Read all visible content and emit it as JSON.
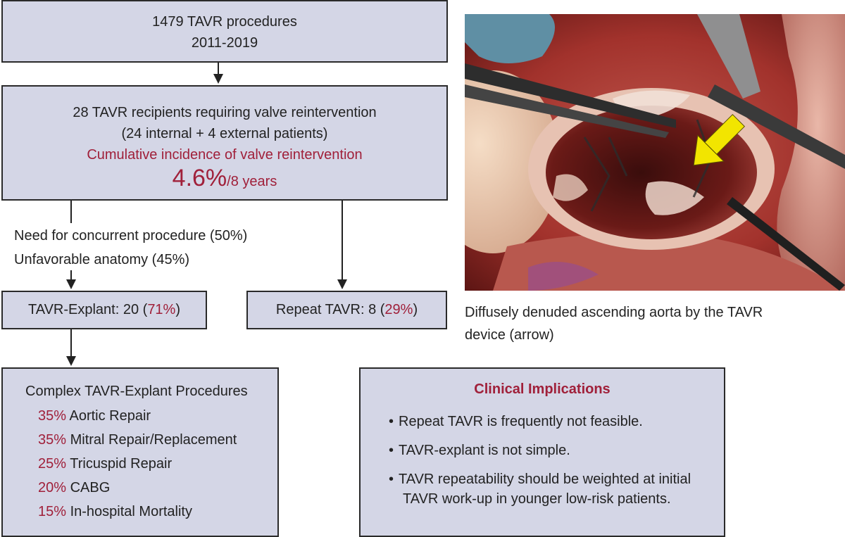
{
  "flow": {
    "top": {
      "line1": "1479 TAVR procedures",
      "line2": "2011-2019"
    },
    "middle": {
      "line1": "28 TAVR recipients requiring valve reintervention",
      "line2": "(24 internal + 4 external patients)",
      "line3": "Cumulative incidence of valve reintervention",
      "incidence_value": "4.6%",
      "incidence_unit": "/8 years"
    },
    "reasons": {
      "line1": "Need for concurrent procedure (50%)",
      "line2": "Unfavorable anatomy (45%)"
    },
    "explant": {
      "label": "TAVR-Explant: 20 (",
      "pct": "71%",
      "close": ")"
    },
    "repeat": {
      "label": "Repeat TAVR: 8 (",
      "pct": "29%",
      "close": ")"
    }
  },
  "complex": {
    "title": "Complex TAVR-Explant Procedures",
    "items": [
      {
        "pct": "35%",
        "label": "Aortic Repair"
      },
      {
        "pct": "35%",
        "label": "Mitral Repair/Replacement"
      },
      {
        "pct": "25%",
        "label": "Tricuspid Repair"
      },
      {
        "pct": "20%",
        "label": "CABG"
      },
      {
        "pct": "15%",
        "label": "In-hospital Mortality"
      }
    ]
  },
  "implications": {
    "title": "Clinical Implications",
    "bullets": [
      {
        "line1": "Repeat TAVR is frequently not feasible.",
        "line2": ""
      },
      {
        "line1": "TAVR-explant is not simple.",
        "line2": ""
      },
      {
        "line1": "TAVR repeatability should be weighted at initial",
        "line2": "TAVR work-up in younger low-risk patients."
      }
    ]
  },
  "photo": {
    "caption": "Diffusely denuded ascending aorta by the TAVR device (arrow)",
    "arrow_color": "#f2e500"
  },
  "colors": {
    "accent_red": "#a0203a",
    "box_fill": "#d4d6e6"
  }
}
